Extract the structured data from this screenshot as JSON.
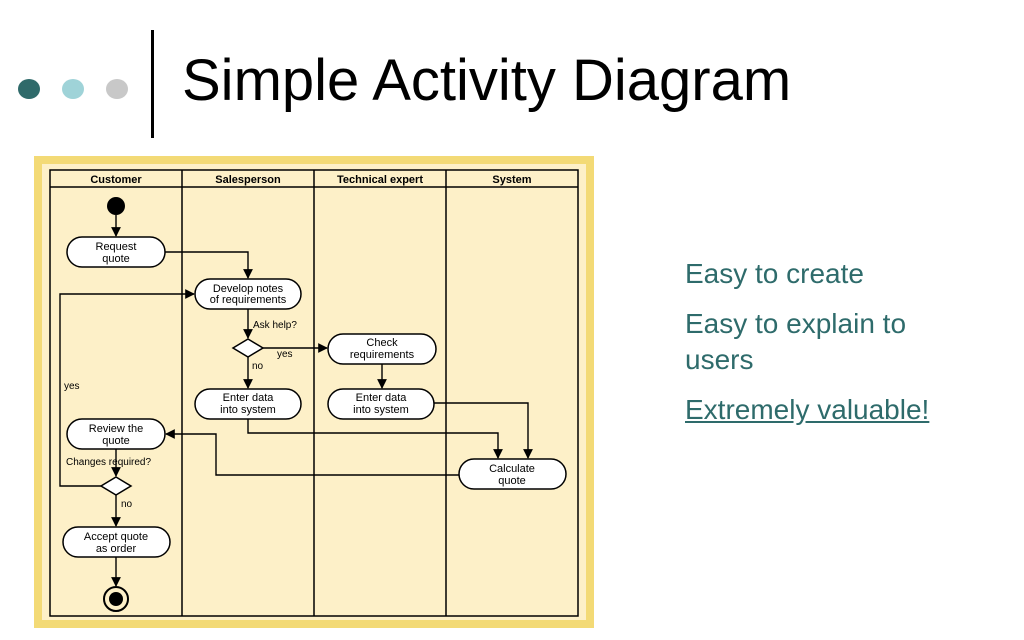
{
  "slide": {
    "title": "Simple Activity Diagram",
    "colors": {
      "dot1": "#2f6a6a",
      "dot2": "#9fd3d8",
      "dot3": "#c8c8c8",
      "text_accent": "#2e6b6b",
      "frame": "#f3da76",
      "panel": "#fdf0c8"
    }
  },
  "diagram": {
    "lanes": [
      "Customer",
      "Salesperson",
      "Technical expert",
      "System"
    ],
    "nodes": {
      "request_quote": [
        "Request",
        "quote"
      ],
      "develop_notes": [
        "Develop notes",
        "of requirements"
      ],
      "check_requirements": [
        "Check",
        "requirements"
      ],
      "enter_data_sales": [
        "Enter data",
        "into system"
      ],
      "enter_data_tech": [
        "Enter data",
        "into system"
      ],
      "review_quote": [
        "Review the",
        "quote"
      ],
      "calculate_quote": [
        "Calculate",
        "quote"
      ],
      "accept_quote": [
        "Accept quote",
        "as order"
      ]
    },
    "labels": {
      "ask_help": "Ask help?",
      "yes_help": "yes",
      "no_help": "no",
      "changes_required": "Changes required?",
      "yes_changes": "yes",
      "no_changes": "no"
    }
  },
  "bullets": {
    "b1": "Easy to create",
    "b2_line1": "Easy to explain to",
    "b2_line2": "users",
    "b3": "Extremely valuable!"
  }
}
